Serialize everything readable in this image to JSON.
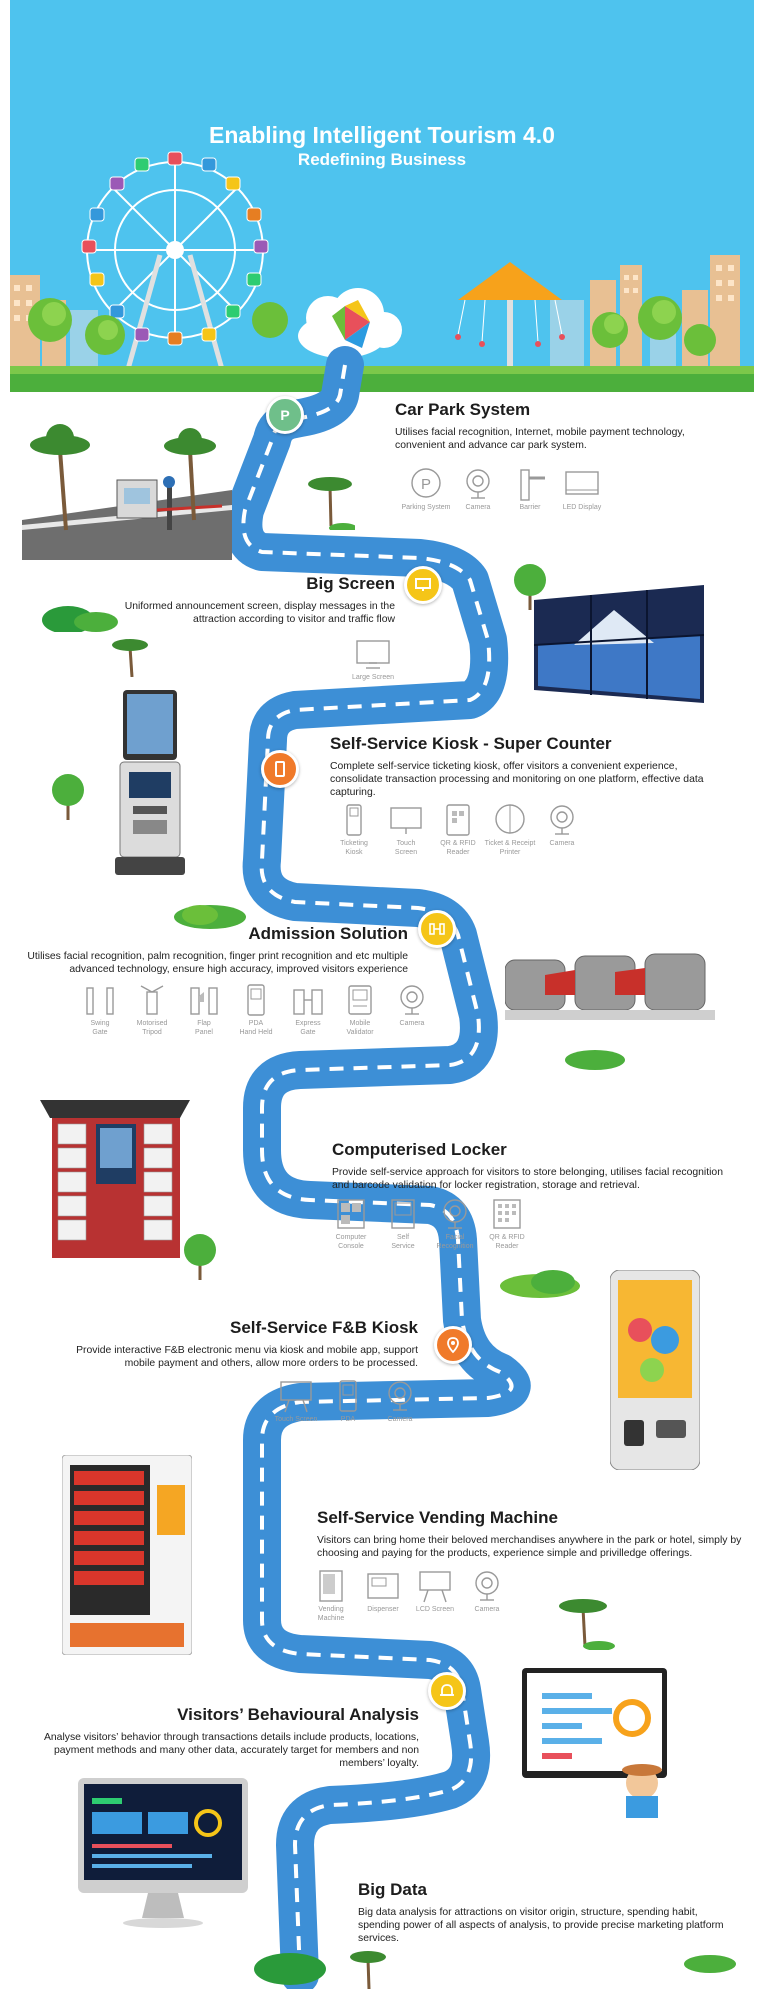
{
  "hero": {
    "title": "Enabling Intelligent Tourism 4.0",
    "subtitle": "Redefining Business"
  },
  "colors": {
    "sky": "#4ec3ee",
    "road": "#3d8fd6",
    "grass": "#4caf3c",
    "badge_green": "#6fbf8a",
    "badge_yellow": "#f5c518",
    "badge_orange": "#f07a2a"
  },
  "sections": {
    "car_park": {
      "title": "Car Park System",
      "desc": "Utilises facial recognition, Internet, mobile payment technology, convenient and advance car park system.",
      "badge": "P",
      "icons": [
        {
          "label": "Parking System",
          "icon": "parking-icon"
        },
        {
          "label": "Camera",
          "icon": "camera-icon"
        },
        {
          "label": "Barrier",
          "icon": "barrier-icon"
        },
        {
          "label": "LED Display",
          "icon": "led-display-icon"
        }
      ]
    },
    "big_screen": {
      "title": "Big Screen",
      "desc": "Uniformed announcement screen, display messages in the attraction according to visitor and traffic flow",
      "icons": [
        {
          "label": "Large Screen",
          "icon": "large-screen-icon"
        }
      ]
    },
    "kiosk": {
      "title": "Self-Service Kiosk - Super Counter",
      "desc": "Complete self-service ticketing kiosk, offer visitors a convenient experience, consolidate transaction processing and monitoring on one platform, effective data capturing.",
      "icons": [
        {
          "label": "Ticketing\nKiosk",
          "icon": "ticketing-kiosk-icon"
        },
        {
          "label": "Touch\nScreen",
          "icon": "touch-screen-icon"
        },
        {
          "label": "QR & RFID\nReader",
          "icon": "qr-reader-icon"
        },
        {
          "label": "Ticket & Receipt\nPrinter",
          "icon": "printer-icon"
        },
        {
          "label": "Camera",
          "icon": "camera-icon"
        }
      ]
    },
    "admission": {
      "title": "Admission Solution",
      "desc": "Utilises facial recognition, palm recognition, finger print recognition and etc multiple advanced technology, ensure high accuracy, improved visitors experience",
      "icons": [
        {
          "label": "Swing\nGate",
          "icon": "swing-gate-icon"
        },
        {
          "label": "Motorised\nTripod",
          "icon": "tripod-icon"
        },
        {
          "label": "Flap\nPanel",
          "icon": "flap-panel-icon"
        },
        {
          "label": "PDA\nHand Held",
          "icon": "pda-icon"
        },
        {
          "label": "Express\nGate",
          "icon": "express-gate-icon"
        },
        {
          "label": "Mobile\nValidator",
          "icon": "mobile-validator-icon"
        },
        {
          "label": "Camera",
          "icon": "camera-icon"
        }
      ]
    },
    "locker": {
      "title": "Computerised Locker",
      "desc": "Provide self-service approach for visitors to store belonging, utilises facial recognition and barcode validation for locker registration, storage and retrieval.",
      "icons": [
        {
          "label": "Computer\nConsole",
          "icon": "console-icon"
        },
        {
          "label": "Self\nService",
          "icon": "self-service-icon"
        },
        {
          "label": "Facial\nRecognition",
          "icon": "facial-recognition-icon"
        },
        {
          "label": "QR & RFID\nReader",
          "icon": "qr-reader-icon"
        }
      ]
    },
    "fnb": {
      "title": "Self-Service F&B Kiosk",
      "desc": "Provide interactive F&B electronic menu via kiosk and mobile app, support mobile payment and others, allow more orders to be processed.",
      "icons": [
        {
          "label": "Touch Screen",
          "icon": "touch-screen-icon"
        },
        {
          "label": "PDA",
          "icon": "pda-icon"
        },
        {
          "label": "Camera",
          "icon": "camera-icon"
        }
      ]
    },
    "vending": {
      "title": "Self-Service Vending Machine",
      "desc": "Visitors can bring home their beloved merchandises anywhere in the park or hotel, simply by choosing and paying for the products, experience simple and privilledge offerings.",
      "icons": [
        {
          "label": "Vending\nMachine",
          "icon": "vending-icon"
        },
        {
          "label": "Dispenser",
          "icon": "dispenser-icon"
        },
        {
          "label": "LCD Screen",
          "icon": "lcd-screen-icon"
        },
        {
          "label": "Camera",
          "icon": "camera-icon"
        }
      ]
    },
    "behaviour": {
      "title": "Visitors’ Behavioural Analysis",
      "desc": "Analyse visitors’ behavior through transactions details include products, locations, payment methods and many other data, accurately target for members and non members’ loyalty."
    },
    "bigdata": {
      "title": "Big Data",
      "desc": "Big data analysis for attractions on visitor origin, structure, spending habit, spending power of all aspects of analysis, to provide precise marketing platform services."
    }
  }
}
